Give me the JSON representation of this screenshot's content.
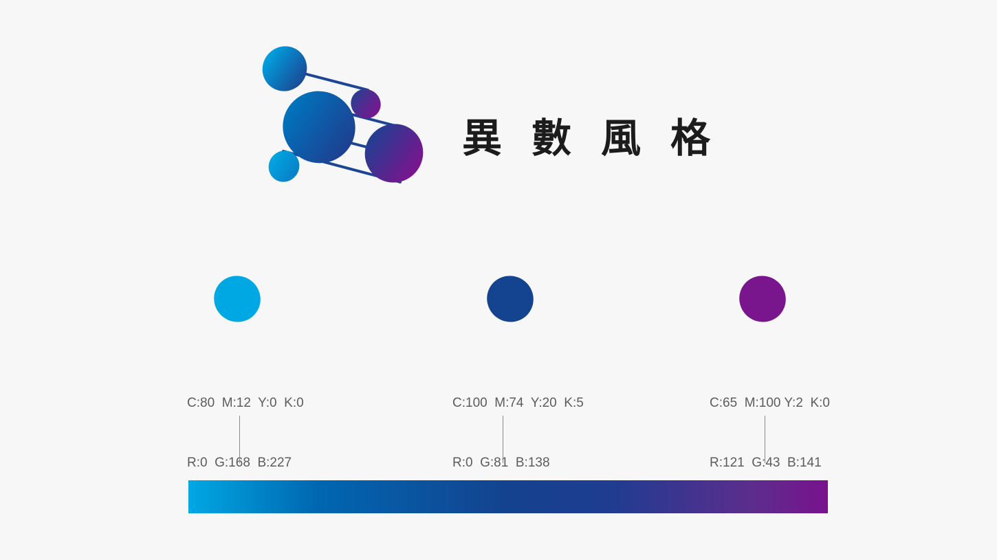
{
  "brand": {
    "name": "異數風格"
  },
  "swatches": [
    {
      "color": "#00a8e3",
      "cmyk": "C:80  M:12  Y:0  K:0",
      "rgb": "R:0  G:168  B:227"
    },
    {
      "color": "#14438f",
      "cmyk": "C:100  M:74  Y:20  K:5",
      "rgb": "R:0  G:81  B:138"
    },
    {
      "color": "#79158d",
      "cmyk": "C:65  M:100 Y:2  K:0",
      "rgb": "R:121  G:43  B:141"
    }
  ],
  "gradient": {
    "from": "#00a8e3",
    "mid": "#14428f",
    "to": "#79128d"
  },
  "icons": {
    "logo": "bubble-molecule-logo"
  }
}
